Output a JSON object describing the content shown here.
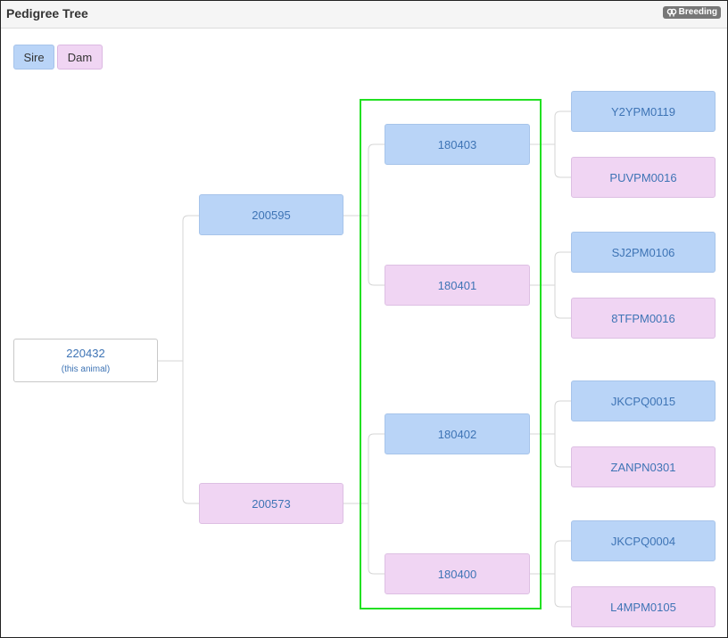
{
  "panel": {
    "title": "Pedigree Tree",
    "badge_label": "Breeding",
    "badge_icon": "breeding-icon"
  },
  "legend": {
    "sire_label": "Sire",
    "dam_label": "Dam"
  },
  "colors": {
    "sire": "#b9d4f7",
    "dam": "#f0d5f3",
    "link_text": "#3e74b5",
    "highlight": "#22e022"
  },
  "tree": {
    "self": {
      "id": "220432",
      "note": "(this animal)"
    },
    "parents": {
      "sire": "200595",
      "dam": "200573"
    },
    "grandparents": {
      "sire_sire": "180403",
      "sire_dam": "180401",
      "dam_sire": "180402",
      "dam_dam": "180400"
    },
    "great_grandparents": {
      "ss_sire": "Y2YPM0119",
      "ss_dam": "PUVPM0016",
      "sd_sire": "SJ2PM0106",
      "sd_dam": "8TFPM0016",
      "ds_sire": "JKCPQ0015",
      "ds_dam": "ZANPN0301",
      "dd_sire": "JKCPQ0004",
      "dd_dam": "L4MPM0105"
    }
  }
}
